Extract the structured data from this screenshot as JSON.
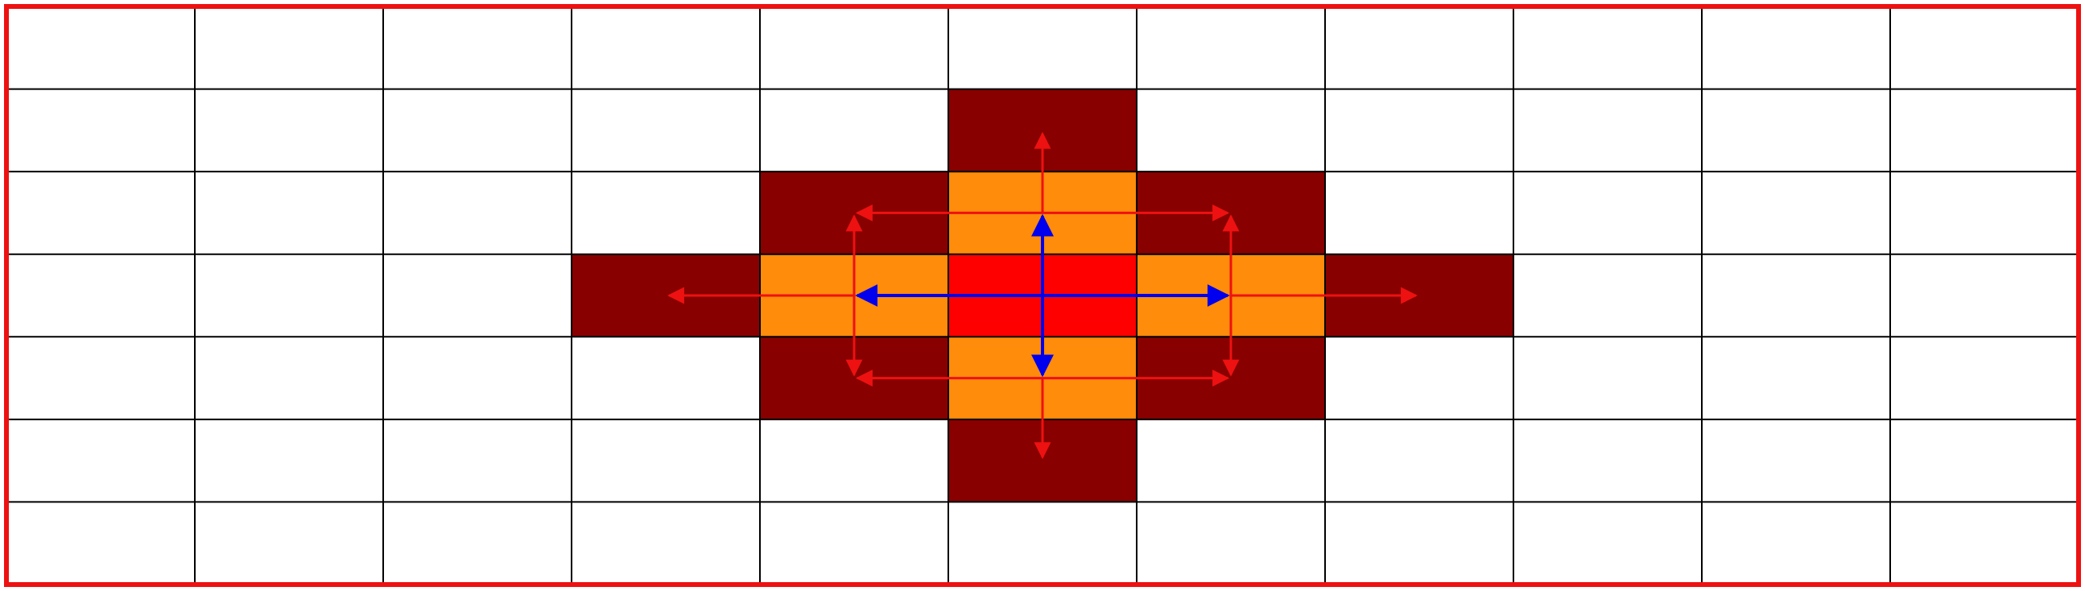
{
  "grid": {
    "columns": 11,
    "rows": 7
  },
  "colors": {
    "background": "#ffffff",
    "grid_line": "#000000",
    "border": "#ee1111",
    "center_cell": "#ff0000",
    "neighbor_cell": "#ff8c0a",
    "second_ring_cell": "#880000",
    "outer_arrow": "#ee1111",
    "inner_arrow": "#0000ee"
  },
  "cells": [
    {
      "col": 5,
      "row": 3,
      "kind": "center"
    },
    {
      "col": 5,
      "row": 2,
      "kind": "neighbor"
    },
    {
      "col": 5,
      "row": 4,
      "kind": "neighbor"
    },
    {
      "col": 4,
      "row": 3,
      "kind": "neighbor"
    },
    {
      "col": 6,
      "row": 3,
      "kind": "neighbor"
    },
    {
      "col": 5,
      "row": 1,
      "kind": "second"
    },
    {
      "col": 5,
      "row": 5,
      "kind": "second"
    },
    {
      "col": 4,
      "row": 2,
      "kind": "second"
    },
    {
      "col": 6,
      "row": 2,
      "kind": "second"
    },
    {
      "col": 4,
      "row": 4,
      "kind": "second"
    },
    {
      "col": 6,
      "row": 4,
      "kind": "second"
    },
    {
      "col": 3,
      "row": 3,
      "kind": "second"
    },
    {
      "col": 7,
      "row": 3,
      "kind": "second"
    }
  ],
  "arrows": [
    {
      "kind": "inner",
      "from": [
        5.5,
        3.5
      ],
      "to": [
        5.5,
        2.5
      ]
    },
    {
      "kind": "inner",
      "from": [
        5.5,
        3.5
      ],
      "to": [
        5.5,
        4.5
      ]
    },
    {
      "kind": "inner",
      "from": [
        5.5,
        3.5
      ],
      "to": [
        4.5,
        3.5
      ]
    },
    {
      "kind": "inner",
      "from": [
        5.5,
        3.5
      ],
      "to": [
        6.5,
        3.5
      ]
    },
    {
      "kind": "outer",
      "from": [
        5.5,
        2.5
      ],
      "to": [
        5.5,
        1.5
      ]
    },
    {
      "kind": "outer",
      "from": [
        5.5,
        2.5
      ],
      "to": [
        4.5,
        2.5
      ]
    },
    {
      "kind": "outer",
      "from": [
        5.5,
        2.5
      ],
      "to": [
        6.5,
        2.5
      ]
    },
    {
      "kind": "outer",
      "from": [
        5.5,
        4.5
      ],
      "to": [
        5.5,
        5.5
      ]
    },
    {
      "kind": "outer",
      "from": [
        5.5,
        4.5
      ],
      "to": [
        4.5,
        4.5
      ]
    },
    {
      "kind": "outer",
      "from": [
        5.5,
        4.5
      ],
      "to": [
        6.5,
        4.5
      ]
    },
    {
      "kind": "outer",
      "from": [
        4.5,
        3.5
      ],
      "to": [
        3.5,
        3.5
      ]
    },
    {
      "kind": "outer",
      "from": [
        4.5,
        3.5
      ],
      "to": [
        4.5,
        2.5
      ]
    },
    {
      "kind": "outer",
      "from": [
        4.5,
        3.5
      ],
      "to": [
        4.5,
        4.5
      ]
    },
    {
      "kind": "outer",
      "from": [
        6.5,
        3.5
      ],
      "to": [
        7.5,
        3.5
      ]
    },
    {
      "kind": "outer",
      "from": [
        6.5,
        3.5
      ],
      "to": [
        6.5,
        2.5
      ]
    },
    {
      "kind": "outer",
      "from": [
        6.5,
        3.5
      ],
      "to": [
        6.5,
        4.5
      ]
    }
  ]
}
